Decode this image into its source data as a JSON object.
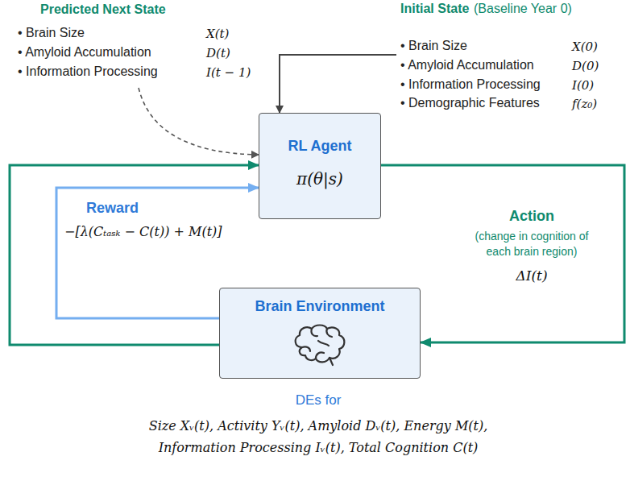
{
  "diagram": {
    "nodes": [
      {
        "text": [
          "Predicted Next State",
          "• Brain Size",
          "X(t)",
          "• Amyloid Accumulation",
          "D(t)",
          "• Information Processing",
          "I(t − 1)"
        ]
      },
      {
        "text": [
          "Initial State",
          "(Baseline Year 0)",
          "• Brain Size",
          "X(0)",
          "• Amyloid Accumulation",
          "D(0)",
          "• Information Processing",
          "I(0)",
          "• Demographic Features",
          "f(z₀)"
        ]
      },
      {
        "text": [
          "RL Agent",
          "π(θ|s)"
        ]
      },
      {
        "text": [
          "Brain Environment"
        ]
      }
    ],
    "edges": [
      {
        "from": 0,
        "to": 2,
        "arrow": "to"
      },
      {
        "from": 1,
        "to": 2,
        "arrow": "to"
      },
      {
        "from": 2,
        "to": 3,
        "label": "Action",
        "arrow": "to"
      },
      {
        "from": 3,
        "to": 2,
        "label": "Reward",
        "arrow": "to"
      },
      {
        "from": 3,
        "to": 2,
        "arrow": "to"
      }
    ],
    "labels": [
      "DEs for",
      "Size Xᵥ(t), Activity Yᵥ(t), Amyloid Dᵥ(t), Energy M(t),",
      "Information Processing Iᵥ(t), Total Cognition C(t)",
      "−[λ(Cₜₐₛₖ − C(t)) + M(t)]",
      "(change in cognition of each brain region)",
      "ΔI(t)"
    ]
  }
}
